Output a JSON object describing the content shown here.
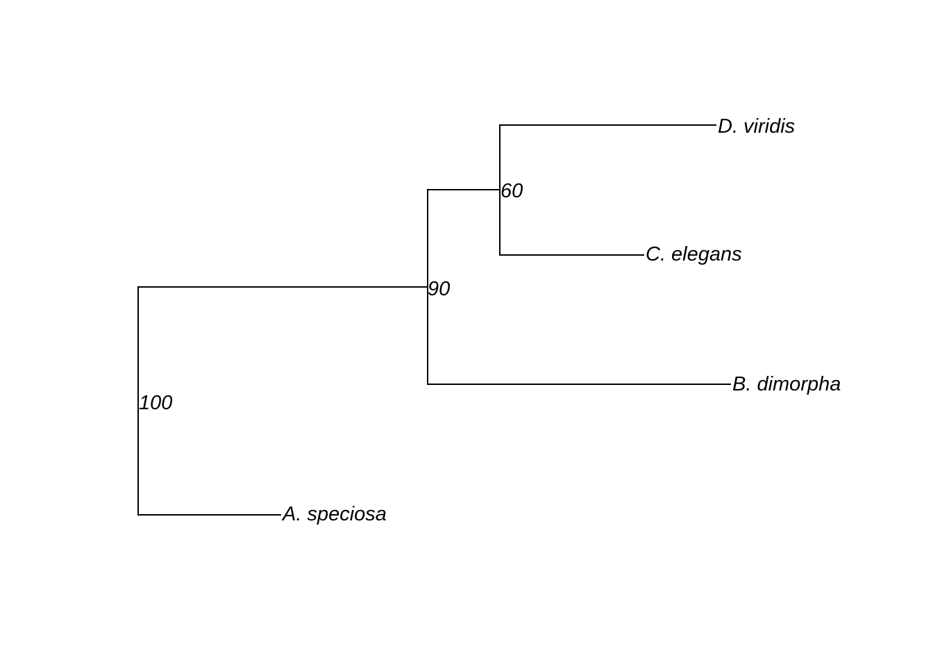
{
  "tree": {
    "tips": [
      {
        "name": "D. viridis"
      },
      {
        "name": "C. elegans"
      },
      {
        "name": "B. dimorpha"
      },
      {
        "name": "A. speciosa"
      }
    ],
    "node_support": [
      {
        "clade": "root",
        "value": "100"
      },
      {
        "clade": "D. viridis + C. elegans + B. dimorpha",
        "value": "90"
      },
      {
        "clade": "D. viridis + C. elegans",
        "value": "60"
      }
    ],
    "colors": {
      "branch": "#000000",
      "text": "#000000",
      "background": "#ffffff"
    }
  }
}
